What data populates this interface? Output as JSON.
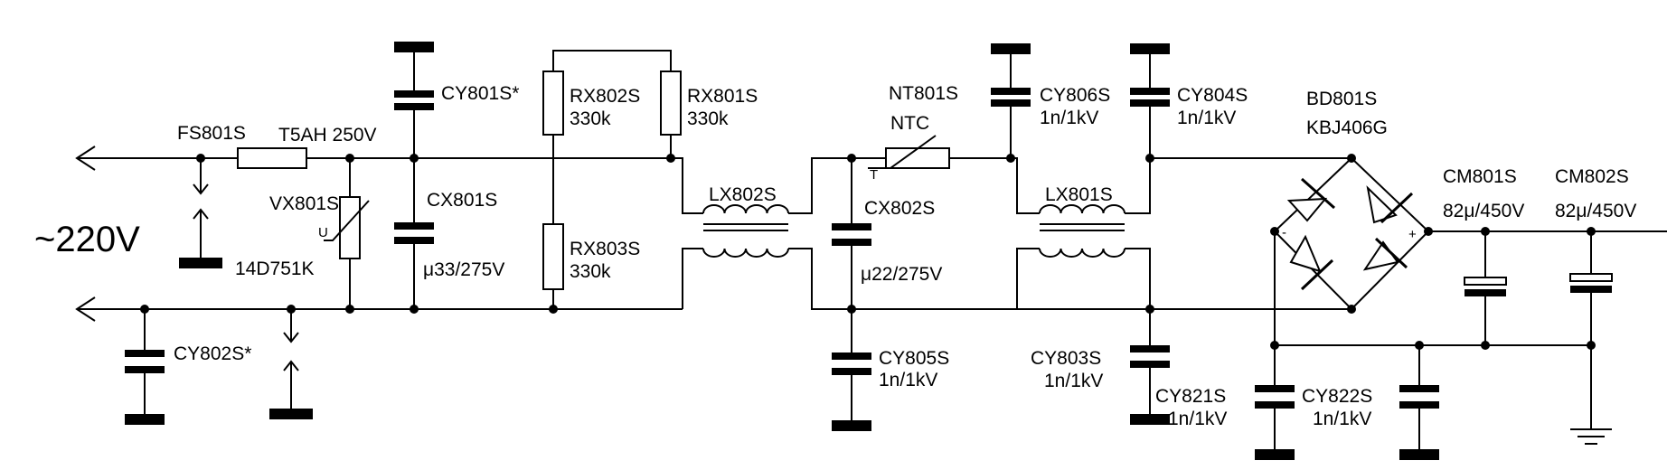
{
  "mains_label": "~220V",
  "components": {
    "fuse": {
      "ref": "FS801S",
      "value": "T5AH 250V"
    },
    "varistor": {
      "ref": "VX801S",
      "value": "14D751K",
      "mark": "U"
    },
    "cy801": {
      "ref": "CY801S*"
    },
    "cy802": {
      "ref": "CY802S*"
    },
    "cx801": {
      "ref": "CX801S",
      "value": "μ33/275V"
    },
    "rx802": {
      "ref": "RX802S",
      "value": "330k"
    },
    "rx801": {
      "ref": "RX801S",
      "value": "330k"
    },
    "rx803": {
      "ref": "RX803S",
      "value": "330k"
    },
    "lx802": {
      "ref": "LX802S"
    },
    "ntc": {
      "ref": "NT801S",
      "value": "NTC",
      "mark": "T"
    },
    "cx802": {
      "ref": "CX802S",
      "value": "μ22/275V"
    },
    "cy805": {
      "ref": "CY805S",
      "value": "1n/1kV"
    },
    "cy806": {
      "ref": "CY806S",
      "value": "1n/1kV"
    },
    "cy804": {
      "ref": "CY804S",
      "value": "1n/1kV"
    },
    "lx801": {
      "ref": "LX801S"
    },
    "cy803": {
      "ref": "CY803S",
      "value": "1n/1kV"
    },
    "bridge": {
      "ref": "BD801S",
      "value": "KBJ406G",
      "minus": "-",
      "plus": "+"
    },
    "cy821": {
      "ref": "CY821S",
      "value": "1n/1kV"
    },
    "cy822": {
      "ref": "CY822S",
      "value": "1n/1kV"
    },
    "cm801": {
      "ref": "CM801S",
      "value": "82μ/450V"
    },
    "cm802": {
      "ref": "CM802S",
      "value": "82μ/450V"
    }
  },
  "icons": [
    "arrow-left-icon",
    "spark-gap-icon",
    "ground-icon",
    "diode-icon",
    "inductor-icon"
  ]
}
